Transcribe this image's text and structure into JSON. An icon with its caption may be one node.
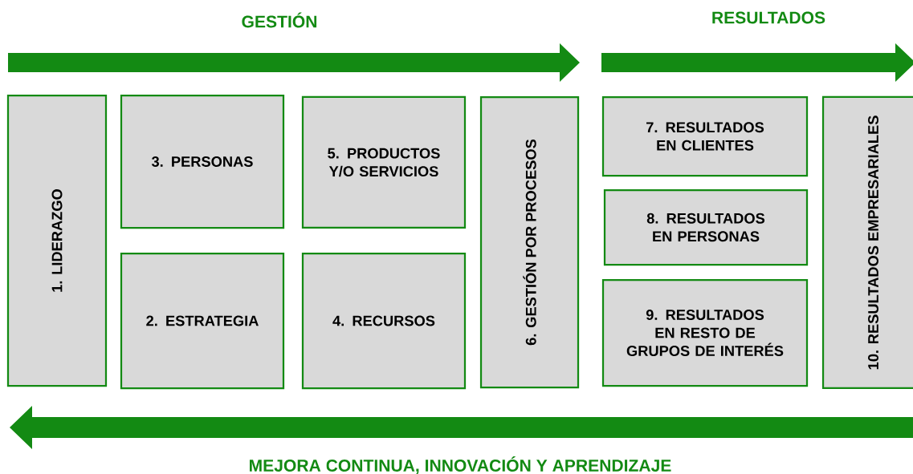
{
  "diagram": {
    "nodes": [
      {
        "text": [
          "1. LIDERAZGO"
        ]
      },
      {
        "text": [
          "3. PERSONAS"
        ]
      },
      {
        "text": [
          "5. PRODUCTOS Y/O SERVICIOS"
        ]
      },
      {
        "text": [
          "2. ESTRATEGIA"
        ]
      },
      {
        "text": [
          "4. RECURSOS"
        ]
      },
      {
        "text": [
          "6. GESTIÓN POR PROCESOS"
        ]
      },
      {
        "text": [
          "7. RESULTADOS EN CLIENTES"
        ]
      },
      {
        "text": [
          "8. RESULTADOS EN PERSONAS"
        ]
      },
      {
        "text": [
          "9. RESULTADOS EN RESTO DE GRUPOS DE INTERÉS"
        ]
      },
      {
        "text": [
          "10. RESULTADOS EMPRESARIALES"
        ]
      }
    ],
    "labels": [
      "GESTIÓN",
      "RESULTADOS",
      "MEJORA CONTINUA, INNOVACIÓN Y APRENDIZAJE"
    ]
  }
}
